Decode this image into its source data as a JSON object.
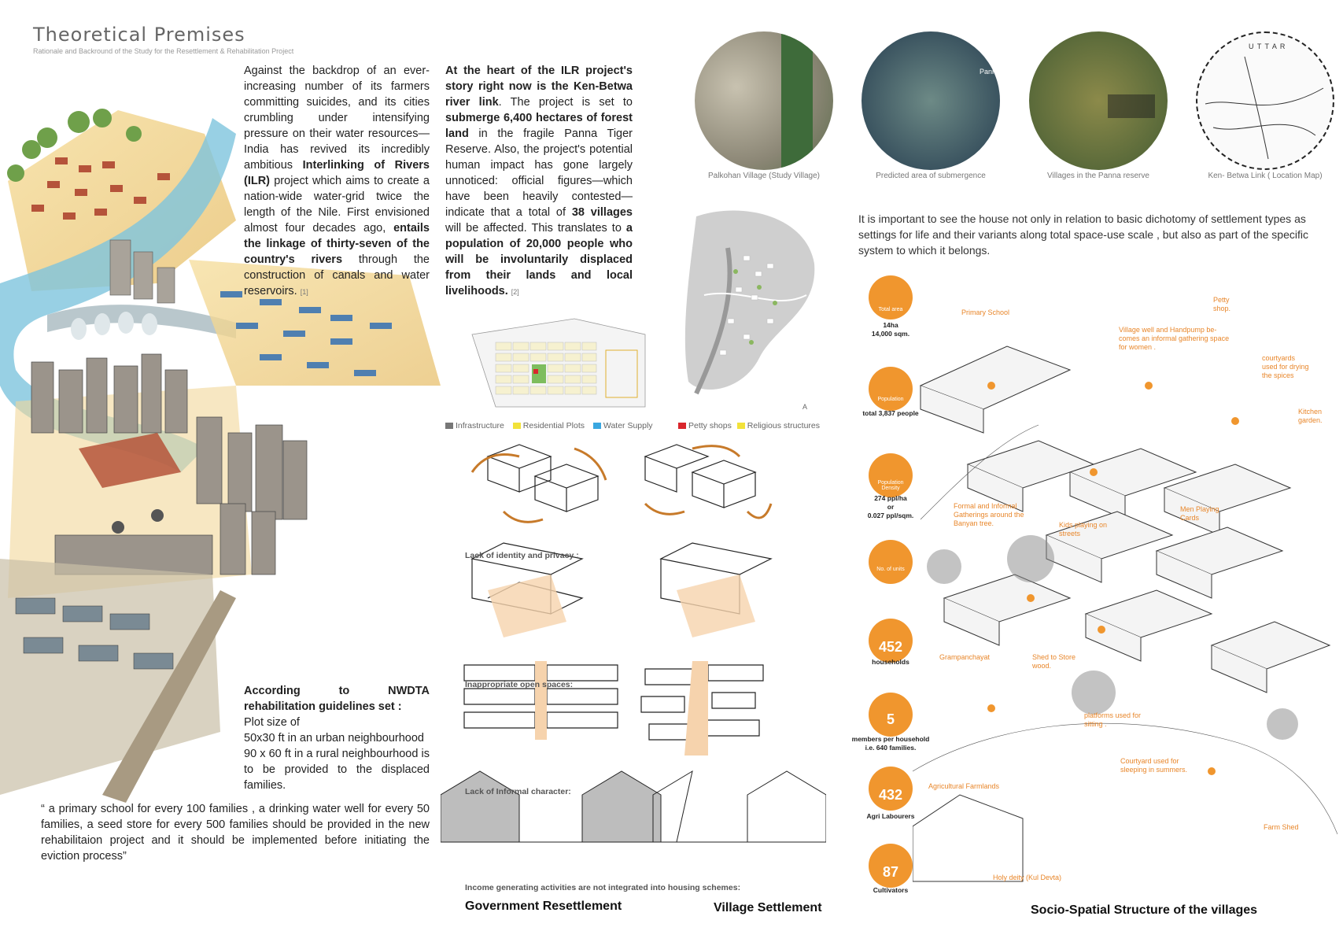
{
  "header": {
    "title": "Theoretical Premises",
    "subtitle": "Rationale and Backround of the Study for the Resettlement & Rehabilitation Project"
  },
  "intro": {
    "p1_a": "Against the backdrop of an ever-increasing number of its farmers committing suicides, and its cities crumbling under intensifying pressure on their water resources—India has revived its incredibly ambitious ",
    "p1_b": "Interlinking of Rivers (ILR)",
    "p1_c": " project which aims to create a nation-wide water-grid twice the length of the Nile. First envisioned almost four decades ago, ",
    "p1_d": "entails the linkage of thirty-seven of the country's rivers",
    "p1_e": " through the construction of canals and water reservoirs.",
    "p1_ref": "[1]",
    "p2_a": "At the heart of the ILR project's story right now is the Ken-Betwa river link",
    "p2_b": ". The project is set to ",
    "p2_c": "submerge 6,400 hectares of forest land",
    "p2_d": " in the fragile Panna Tiger Reserve. Also, the project's potential human impact has gone largely unnoticed: official figures—which have been heavily contested—indicate that a total of ",
    "p2_e": "38 villages",
    "p2_f": " will be affected. This translates to ",
    "p2_g": "a population of 20,000 people who will be involuntarily displaced from their lands and local livelihoods.",
    "p2_ref": "[2]"
  },
  "guidelines": {
    "heading": "According to NWDTA rehabilitation guidelines set :",
    "line1": "Plot size of",
    "line2": " 50x30 ft in an urban neighbourhood",
    "line3": " 90 x 60 ft in a rural neighbourhood is to be provided to the displaced families.",
    "quote": "“ a primary school for every 100 families , a drinking water well for every 50 families, a seed store for every 500 families should be provided in the new rehabilitaion project and it should be implemented before initiating the eviction process”"
  },
  "circles": [
    {
      "caption": "Palkohan Village (Study Village)"
    },
    {
      "caption": "Predicted area of submergence"
    },
    {
      "caption": "Villages in the Panna reserve"
    },
    {
      "caption": "Ken- Betwa Link  ( Location Map)"
    }
  ],
  "map_labels": {
    "uttar": "U T T A R",
    "panna": "Panna"
  },
  "legend": {
    "infrastructure": "Infrastructure",
    "residential": "Residential Plots",
    "water": "Water Supply",
    "petty": "Petty shops",
    "religious": "Religious structures",
    "colors": {
      "infrastructure": "#777777",
      "residential": "#f2e23a",
      "water": "#3aa7e0",
      "petty": "#d9262c",
      "religious": "#f2e23a"
    }
  },
  "house_text": "It is important to see the house not only in relation to basic dichotomy of settlement types as settings for life and their variants along total space-use scale , but also as part of the specific system to which it belongs.",
  "diagrams": {
    "label1": "Lack of identity and privacy  :",
    "label2": "Inappropriate open spaces:",
    "label3": "Lack of Informal character:",
    "label4": "Income generating activities are not integrated into housing schemes:",
    "gov": "Government Resettlement",
    "village": "Village Settlement"
  },
  "stats": [
    {
      "inner": "Total area",
      "num": "",
      "text1": "14ha",
      "text2": "14,000 sqm."
    },
    {
      "inner": "Population",
      "num": "",
      "text1": "total  3,837 people",
      "text2": ""
    },
    {
      "inner": "Population Density",
      "num": "",
      "text1": "274 ppl/ha",
      "text2": "or",
      "text3": "0.027 ppl/sqm."
    },
    {
      "inner": "No. of units",
      "num": "",
      "text1": "",
      "text2": ""
    },
    {
      "inner": "",
      "num": "452",
      "text1": "households",
      "text2": ""
    },
    {
      "inner": "",
      "num": "5",
      "text1": "members per household",
      "text2": "i.e. 640 families."
    },
    {
      "inner": "",
      "num": "432",
      "text1": "Agri Labourers",
      "text2": ""
    },
    {
      "inner": "",
      "num": "87",
      "text1": "Cultivators",
      "text2": ""
    }
  ],
  "annotations": {
    "school": "Primary School",
    "well": "Village well and Handpump be-comes an informal gathering space for women .",
    "petty": "Petty shop.",
    "courtyards": "courtyards used for drying the spices",
    "kitchen": "Kitchen garden.",
    "banyan": "Formal and Informal Gatherings around the Banyan tree.",
    "kids": "Kids playing on streets",
    "men": "Men Playing Cards",
    "gram": "Grampanchayat",
    "shed": "Shed to Store wood.",
    "platforms": "platforms used for sitting .",
    "courtyard2": "Courtyard used for sleeping in summers.",
    "agri": "Agricultural Farmlands",
    "farm": "Farm Shed",
    "holy": "Holy deity (Kul Devta)"
  },
  "socio_title": "Socio-Spatial Structure of the villages"
}
